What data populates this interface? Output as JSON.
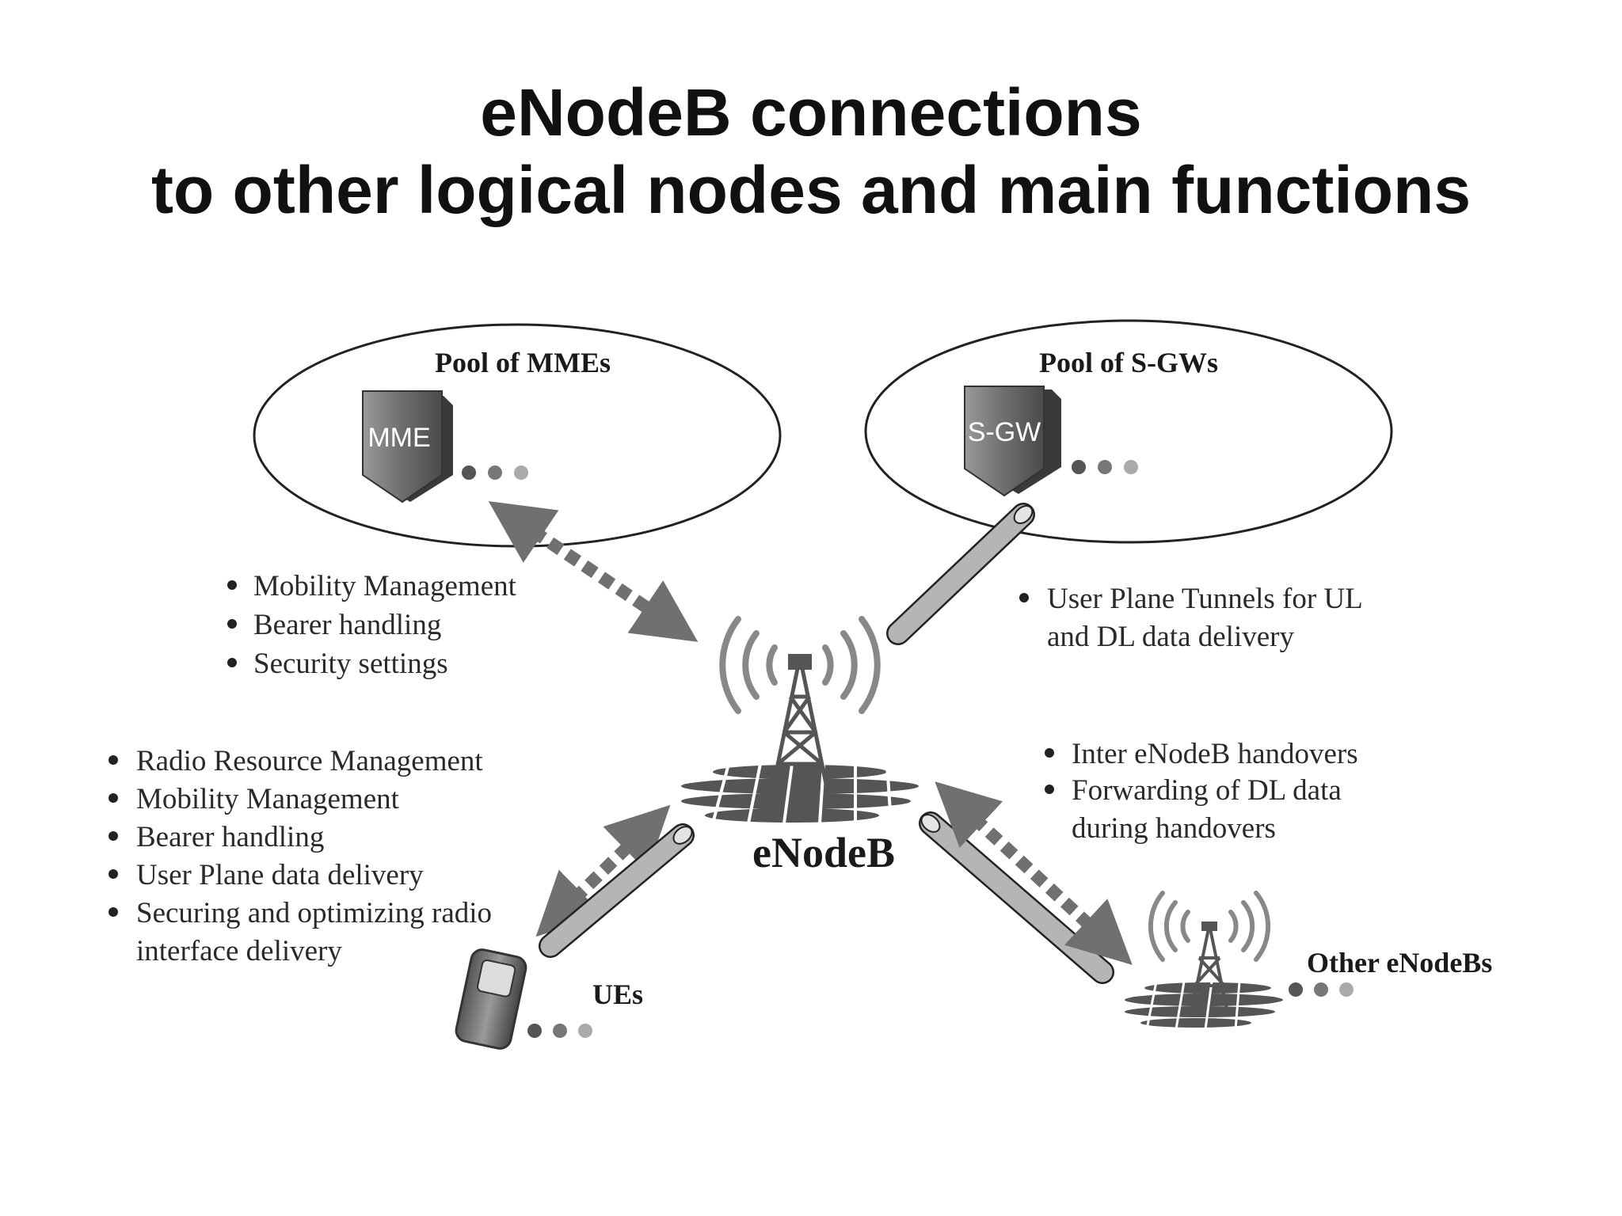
{
  "title": {
    "line1": "eNodeB connections",
    "line2": "to other logical nodes and main functions"
  },
  "nodes": {
    "mme_pool": "Pool of MMEs",
    "mme": "MME",
    "sgw_pool": "Pool of S-GWs",
    "sgw": "S-GW",
    "enodeb": "eNodeB",
    "ues": "UEs",
    "other_enodebs": "Other eNodeBs"
  },
  "functions": {
    "mme": [
      "Mobility Management",
      "Bearer handling",
      "Security settings"
    ],
    "sgw": [
      "User Plane Tunnels for UL",
      "and DL data delivery"
    ],
    "ue": [
      "Radio Resource Management",
      "Mobility Management",
      "Bearer handling",
      "User Plane data delivery",
      "Securing and optimizing radio",
      "interface delivery"
    ],
    "x2": [
      "Inter eNodeB handovers",
      "Forwarding of DL data",
      "during handovers"
    ]
  },
  "colors": {
    "control_arrow": "#707070",
    "tube": "#b5b5b5",
    "device": "#7a7a7a"
  }
}
